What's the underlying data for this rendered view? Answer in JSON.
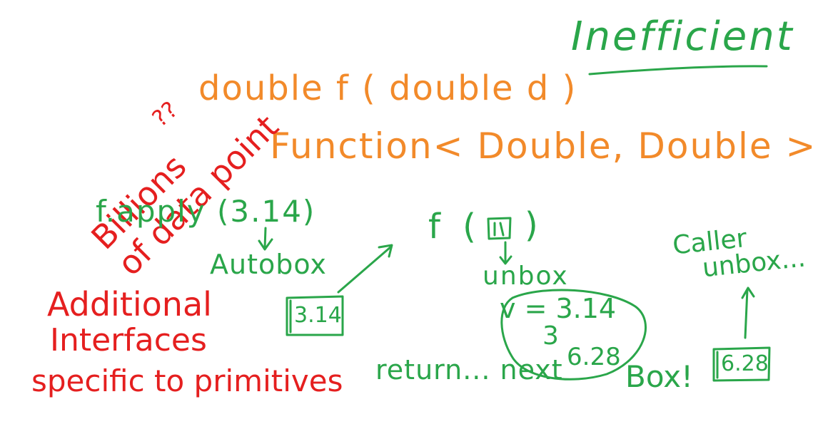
{
  "colors": {
    "orange": "#f28a2a",
    "green": "#2aa64a",
    "red": "#e51f1f"
  },
  "texts": {
    "inefficient": "Inefficient",
    "billions_line1": "Billions",
    "billions_line2": "of data point",
    "question_marks": "??",
    "signature": "double f ( double d )",
    "function_type": "Function< Double, Double >",
    "apply_call": "f.apply (3.14)",
    "autobox": "Autobox",
    "boxed_value_left": "3.14",
    "f_call": "f (",
    "f_close": ")",
    "unbox": "unbox",
    "v_assign": "v = 3.14",
    "brace": "3",
    "result_value": "6.28",
    "return_next": "return... next",
    "box_exclaim": "Box!",
    "caller_unbox_line1": "Caller",
    "caller_unbox_line2": "unbox...",
    "boxed_value_right": "6.28",
    "additional_line1": "Additional",
    "additional_line2": "Interfaces",
    "additional_line3": "specific to primitives"
  }
}
